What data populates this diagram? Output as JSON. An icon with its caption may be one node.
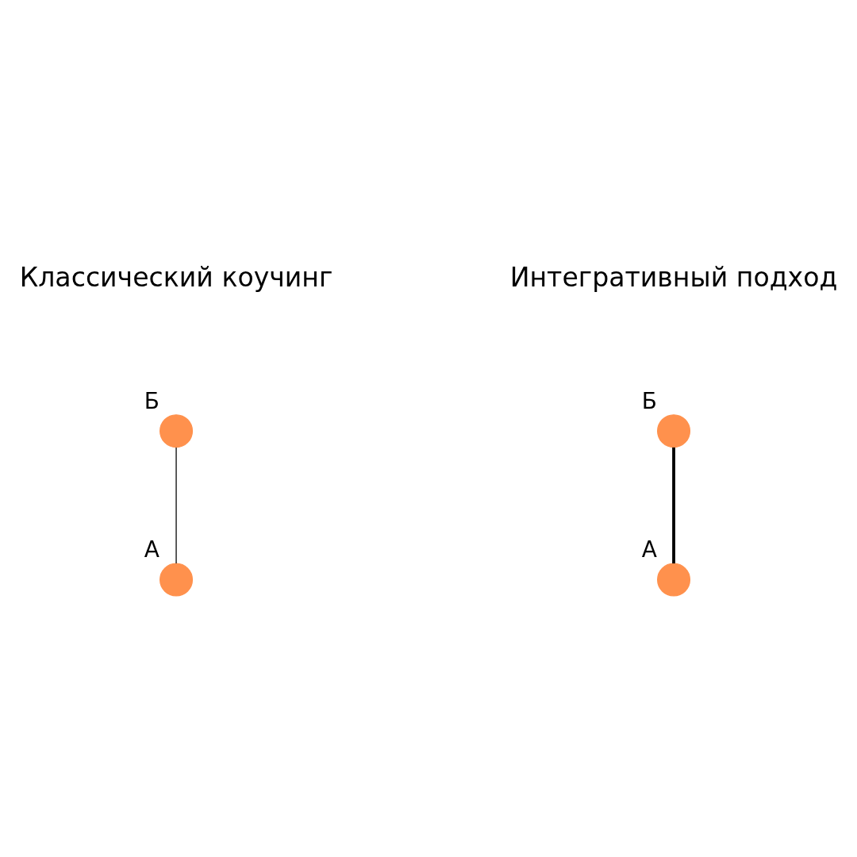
{
  "diagram": {
    "nodes": [
      {
        "text": [],
        "shape": "circle",
        "beside": [
          "Б"
        ]
      },
      {
        "text": [],
        "shape": "circle",
        "beside": [
          "А"
        ]
      },
      {
        "text": [],
        "shape": "circle",
        "beside": [
          "Б"
        ]
      },
      {
        "text": [],
        "shape": "circle",
        "beside": [
          "А"
        ]
      }
    ],
    "edges": [
      {
        "from": 1,
        "to": 0,
        "arrow": "none"
      },
      {
        "from": 3,
        "to": 2,
        "arrow": "none",
        "style": "thick"
      }
    ],
    "labels": [
      "Классический коучинг",
      "Интегративный подход"
    ]
  }
}
